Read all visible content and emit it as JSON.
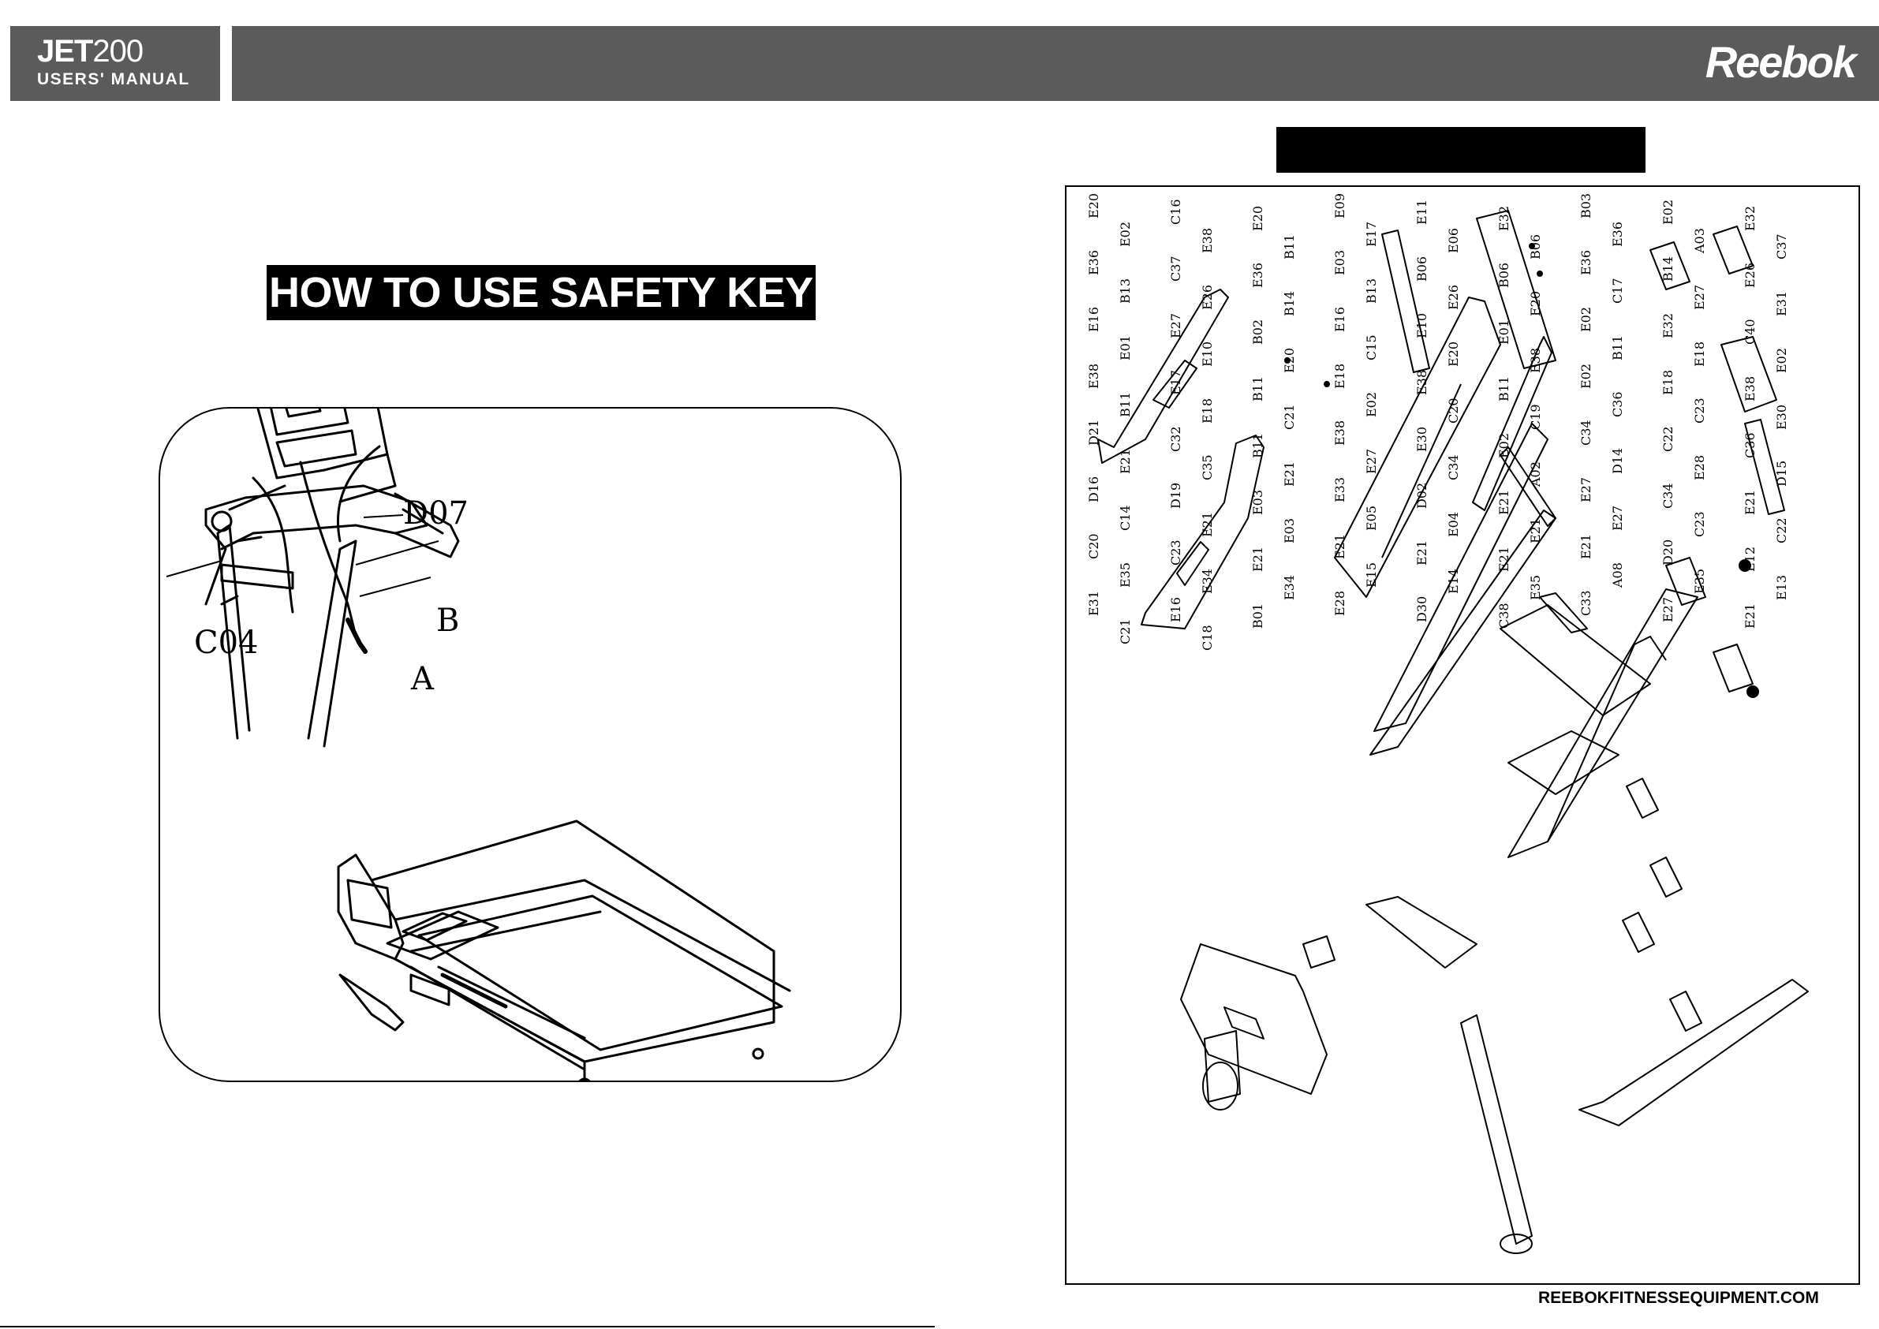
{
  "header": {
    "model_bold": "JET",
    "model_number": "200",
    "manual_label": "USERS' MANUAL",
    "brand": "Reebok"
  },
  "left_page": {
    "title": "HOW TO USE SAFETY KEY",
    "callouts": [
      "D07",
      "B",
      "A",
      "C04"
    ]
  },
  "right_page": {
    "diagram_labels": [
      "E20",
      "C16",
      "E20",
      "E09",
      "E11",
      "E32",
      "B03",
      "E02",
      "E32",
      "E02",
      "E38",
      "B11",
      "E17",
      "E06",
      "B06",
      "E36",
      "A03",
      "C37",
      "E36",
      "C37",
      "E36",
      "E03",
      "B06",
      "B06",
      "E36",
      "B14",
      "E26",
      "B13",
      "E26",
      "B14",
      "B13",
      "E26",
      "E20",
      "C17",
      "E27",
      "E31",
      "E16",
      "E27",
      "B02",
      "E16",
      "E10",
      "E01",
      "E02",
      "E32",
      "C40",
      "E01",
      "E10",
      "E20",
      "C15",
      "E20",
      "E38",
      "B11",
      "E18",
      "E02",
      "E38",
      "E17",
      "B11",
      "E18",
      "E38",
      "B11",
      "E02",
      "E18",
      "E38",
      "B11",
      "E18",
      "C21",
      "E02",
      "C20",
      "C19",
      "C36",
      "C23",
      "E30",
      "D21",
      "C32",
      "B11",
      "E38",
      "E30",
      "E02",
      "C34",
      "C22",
      "C36",
      "E21",
      "C35",
      "E21",
      "E27",
      "C34",
      "A02",
      "D14",
      "E28",
      "D15",
      "D16",
      "D19",
      "E03",
      "E33",
      "D02",
      "E21",
      "E27",
      "C34",
      "E21",
      "C14",
      "E21",
      "E03",
      "E05",
      "E04",
      "E21",
      "E27",
      "C23",
      "C22",
      "C20",
      "C23",
      "E21",
      "E21",
      "E21",
      "E21",
      "E21",
      "D20",
      "E12",
      "E35",
      "E34",
      "E34",
      "E15",
      "E14",
      "E35",
      "A08",
      "E35",
      "E13",
      "E31",
      "E16",
      "B01",
      "E28",
      "D30",
      "C38",
      "C33",
      "E27",
      "E21",
      "C21",
      "C18"
    ],
    "footer_url": "REEBOKFITNESSEQUIPMENT.COM"
  }
}
